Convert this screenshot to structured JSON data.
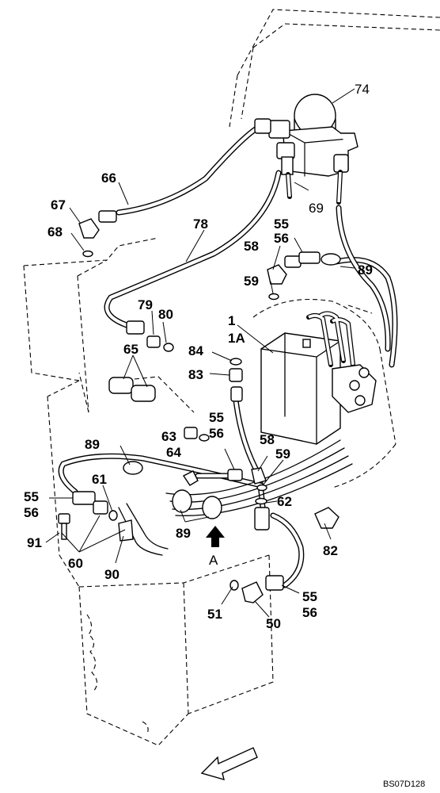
{
  "callouts": {
    "c74": "74",
    "c66": "66",
    "c67": "67",
    "c68": "68",
    "c69": "69",
    "c78": "78",
    "c55a": "55",
    "c56a": "56",
    "c58a": "58",
    "c89a": "89",
    "c59a": "59",
    "c79": "79",
    "c80": "80",
    "c1": "1",
    "c1A": "1A",
    "c65": "65",
    "c84": "84",
    "c83": "83",
    "c55b": "55",
    "c56b": "56",
    "c63": "63",
    "c64": "64",
    "c89b": "89",
    "c58b": "58",
    "c59b": "59",
    "c61": "61",
    "c62": "62",
    "c55c": "55",
    "c56c": "56",
    "c89c": "89",
    "c91": "91",
    "c60": "60",
    "c82": "82",
    "c90": "90",
    "c51": "51",
    "c50": "50",
    "c55d": "55",
    "c56d": "56"
  },
  "view_marker": "A",
  "drawing_code": "BS07D128"
}
